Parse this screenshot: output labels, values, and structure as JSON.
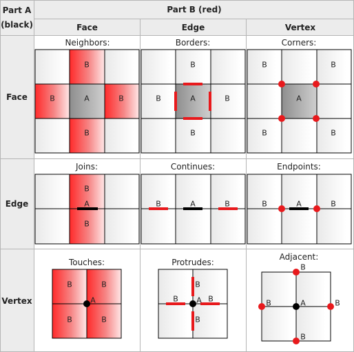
{
  "headers": {
    "part_a": "Part A\n(black)",
    "part_b": "Part B (red)",
    "face": "Face",
    "edge": "Edge",
    "vertex": "Vertex"
  },
  "cells": {
    "face_face": {
      "caption": "Neighbors:"
    },
    "face_edge": {
      "caption": "Borders:"
    },
    "face_vertex": {
      "caption": "Corners:"
    },
    "edge_face": {
      "caption": "Joins:"
    },
    "edge_edge": {
      "caption": "Continues:"
    },
    "edge_vertex": {
      "caption": "Endpoints:"
    },
    "vertex_face": {
      "caption": "Touches:"
    },
    "vertex_edge": {
      "caption": "Protrudes:"
    },
    "vertex_vertex": {
      "caption": "Adjacent:"
    }
  },
  "labels": {
    "a": "A",
    "b": "B"
  },
  "colors": {
    "red": "#e8191c",
    "black": "#000000",
    "header_bg": "#ececec",
    "grid": "#b5b5b5"
  }
}
